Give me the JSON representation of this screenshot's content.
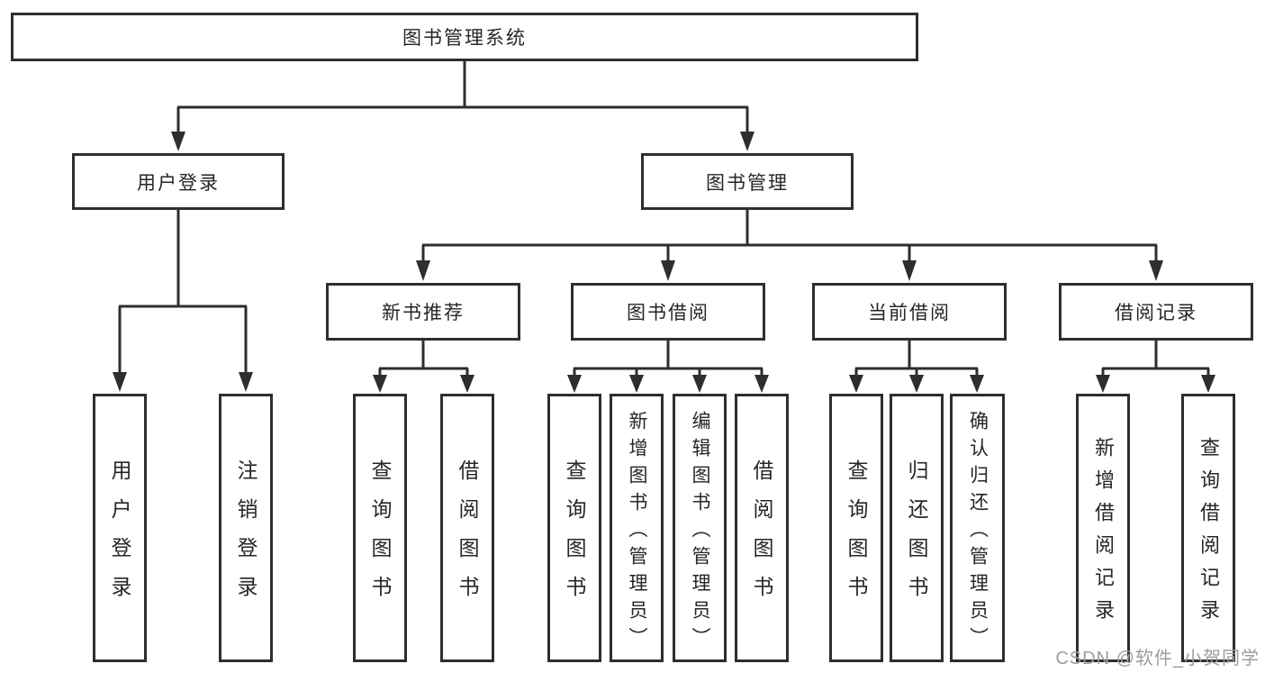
{
  "tree": {
    "label": "图书管理系统",
    "children": [
      {
        "label": "用户登录",
        "children": [
          {
            "label": "用户登录"
          },
          {
            "label": "注销登录"
          }
        ]
      },
      {
        "label": "图书管理",
        "children": [
          {
            "label": "新书推荐",
            "children": [
              {
                "label": "查询图书"
              },
              {
                "label": "借阅图书"
              }
            ]
          },
          {
            "label": "图书借阅",
            "children": [
              {
                "label": "查询图书"
              },
              {
                "label": "新增图书（管理员）"
              },
              {
                "label": "编辑图书（管理员）"
              },
              {
                "label": "借阅图书"
              }
            ]
          },
          {
            "label": "当前借阅",
            "children": [
              {
                "label": "查询图书"
              },
              {
                "label": "归还图书"
              },
              {
                "label": "确认归还（管理员）"
              }
            ]
          },
          {
            "label": "借阅记录",
            "children": [
              {
                "label": "新增借阅记录"
              },
              {
                "label": "查询借阅记录"
              }
            ]
          }
        ]
      }
    ]
  },
  "watermark": {
    "text": "CSDN @软件_小贺同学"
  },
  "colors": {
    "line": "#2e2e2e",
    "box_border": "#2e2e2e",
    "box_bg": "#ffffff",
    "text": "#262626",
    "watermark": "#9c9c9c",
    "background": "#ffffff"
  }
}
